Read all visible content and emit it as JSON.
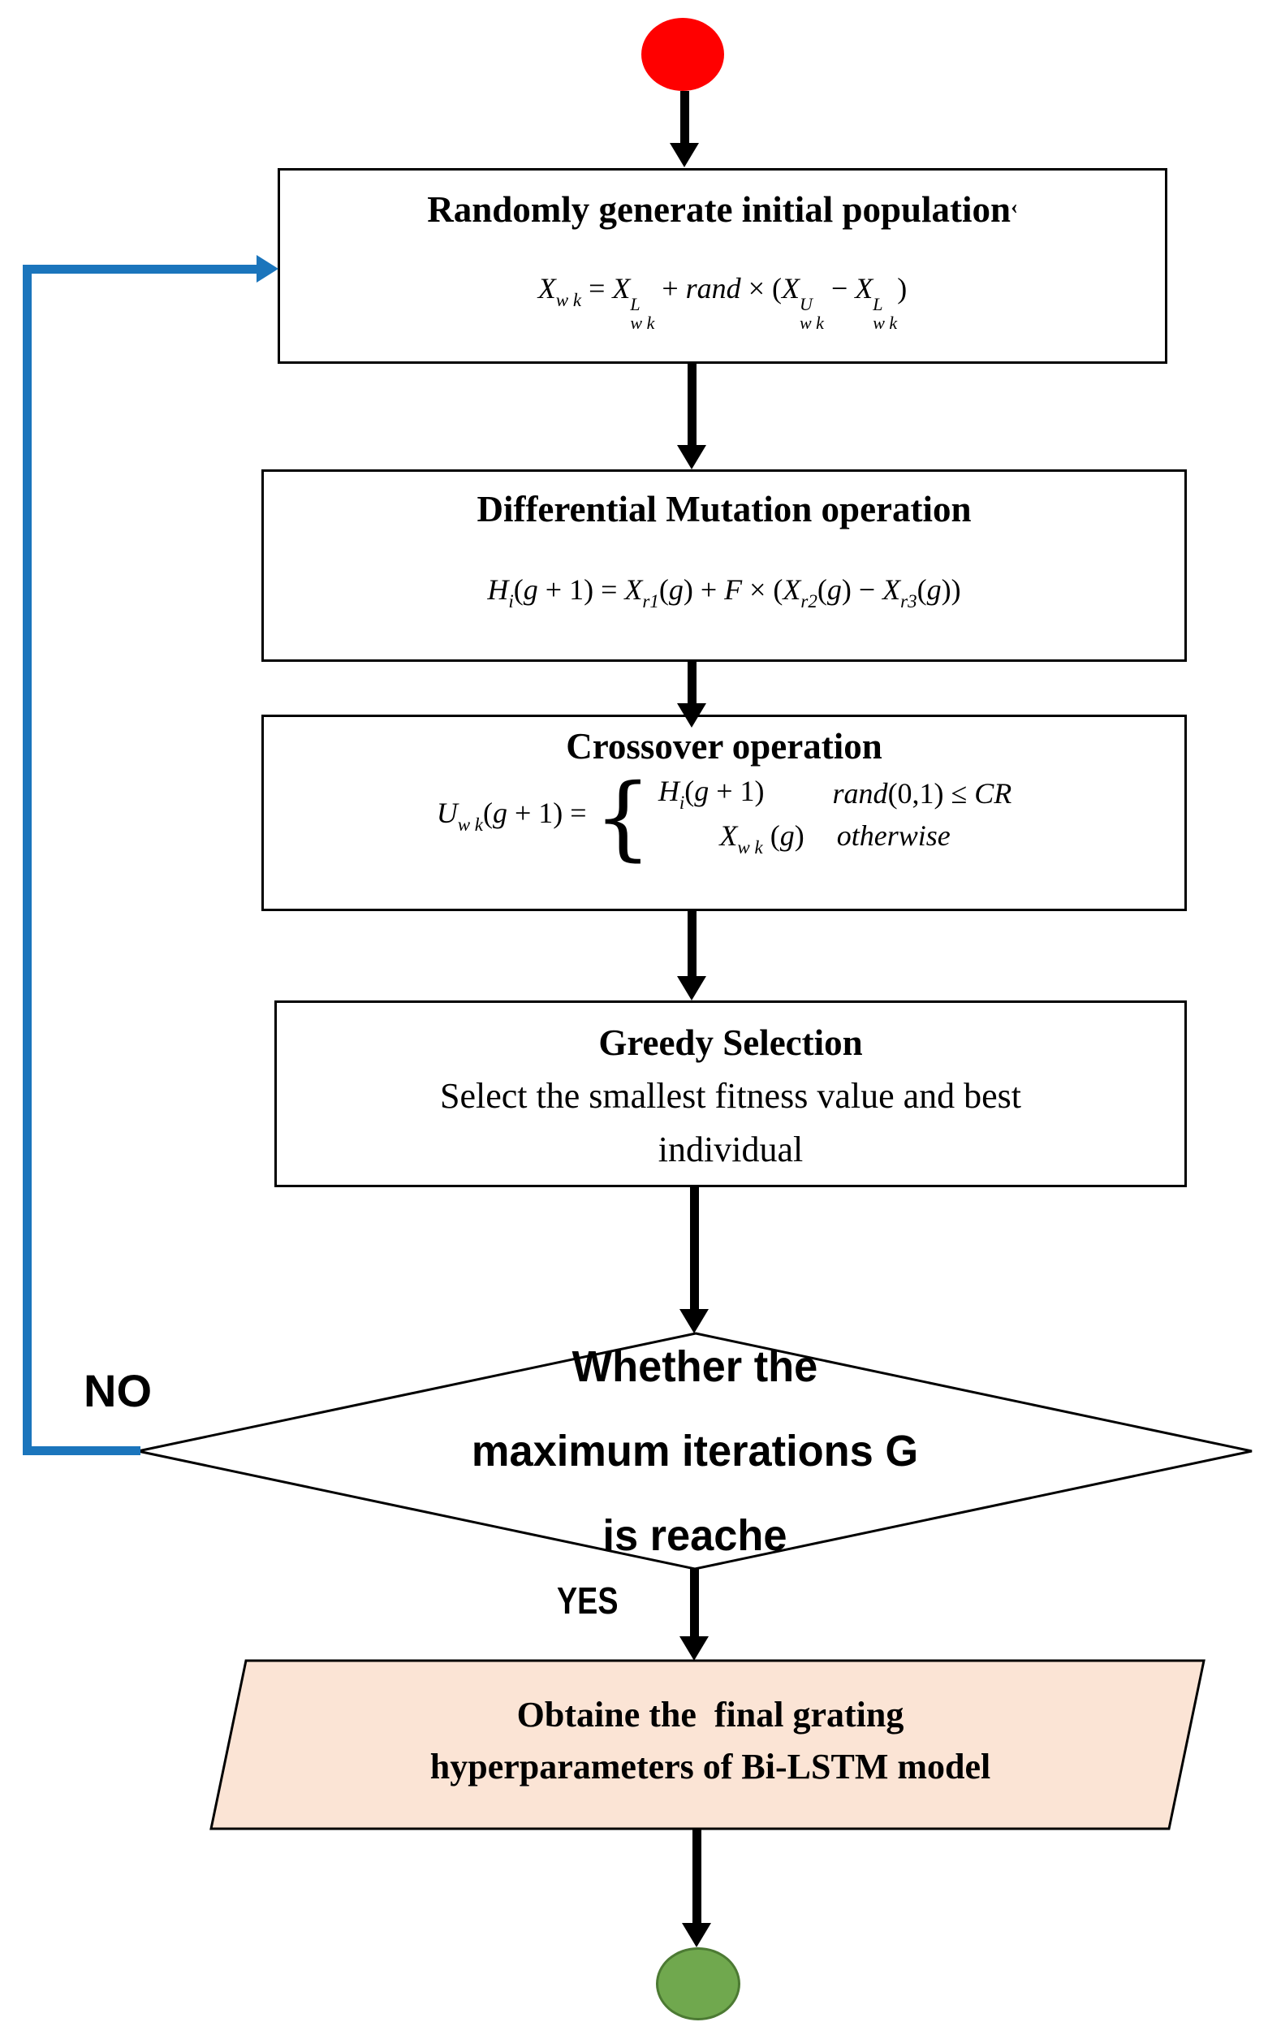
{
  "colors": {
    "start_fill": "#ff0000",
    "end_fill": "#70a84e",
    "end_border": "#4c7a33",
    "loop_blue": "#1b75bc",
    "output_fill": "#fbe4d5",
    "box_border": "#000000"
  },
  "box1": {
    "title": "Randomly generate initial population",
    "title_mark": "‹",
    "formula": [
      {
        "t": "it",
        "v": "X"
      },
      {
        "t": "sub",
        "v": "w k"
      },
      {
        "t": "rm",
        "v": " = "
      },
      {
        "t": "it",
        "v": "X"
      },
      {
        "t": "ss",
        "sup": "L",
        "sub": "w k"
      },
      {
        "t": "rm",
        "v": " + "
      },
      {
        "t": "it",
        "v": "rand"
      },
      {
        "t": "rm",
        "v": " × ("
      },
      {
        "t": "it",
        "v": "X"
      },
      {
        "t": "ss",
        "sup": "U",
        "sub": "w k"
      },
      {
        "t": "rm",
        "v": " − "
      },
      {
        "t": "it",
        "v": "X"
      },
      {
        "t": "ss",
        "sup": "L",
        "sub": "w k"
      },
      {
        "t": "rm",
        "v": ")"
      }
    ]
  },
  "box2": {
    "title": "Differential Mutation operation",
    "formula": [
      {
        "t": "it",
        "v": "H"
      },
      {
        "t": "sub",
        "v": "i"
      },
      {
        "t": "rm",
        "v": "("
      },
      {
        "t": "it",
        "v": "g"
      },
      {
        "t": "rm",
        "v": " + 1) = "
      },
      {
        "t": "it",
        "v": "X"
      },
      {
        "t": "sub",
        "v": "r1"
      },
      {
        "t": "rm",
        "v": "("
      },
      {
        "t": "it",
        "v": "g"
      },
      {
        "t": "rm",
        "v": ") + "
      },
      {
        "t": "it",
        "v": "F"
      },
      {
        "t": "rm",
        "v": " × ("
      },
      {
        "t": "it",
        "v": "X"
      },
      {
        "t": "sub",
        "v": "r2"
      },
      {
        "t": "rm",
        "v": "("
      },
      {
        "t": "it",
        "v": "g"
      },
      {
        "t": "rm",
        "v": ") − "
      },
      {
        "t": "it",
        "v": "X"
      },
      {
        "t": "sub",
        "v": "r3"
      },
      {
        "t": "rm",
        "v": "("
      },
      {
        "t": "it",
        "v": "g"
      },
      {
        "t": "rm",
        "v": "))"
      }
    ]
  },
  "box3": {
    "title": "Crossover operation",
    "brace": "{",
    "lhs": [
      {
        "t": "it",
        "v": "U"
      },
      {
        "t": "sub",
        "v": "w k"
      },
      {
        "t": "rm",
        "v": "("
      },
      {
        "t": "it",
        "v": "g"
      },
      {
        "t": "rm",
        "v": " + 1) = "
      }
    ],
    "case1_expr": [
      {
        "t": "it",
        "v": "H"
      },
      {
        "t": "sub",
        "v": "i"
      },
      {
        "t": "rm",
        "v": "("
      },
      {
        "t": "it",
        "v": "g"
      },
      {
        "t": "rm",
        "v": " + 1)"
      }
    ],
    "case1_cond": [
      {
        "t": "it",
        "v": "rand"
      },
      {
        "t": "rm",
        "v": "(0,1) ≤ "
      },
      {
        "t": "it",
        "v": "CR"
      }
    ],
    "case2_expr": [
      {
        "t": "it",
        "v": "X"
      },
      {
        "t": "sub",
        "v": "w k"
      },
      {
        "t": "rm",
        "v": " ("
      },
      {
        "t": "it",
        "v": "g"
      },
      {
        "t": "rm",
        "v": ")"
      }
    ],
    "case2_cond": [
      {
        "t": "it",
        "v": "otherwise"
      }
    ]
  },
  "box4": {
    "title": "Greedy Selection",
    "line1": "Select the smallest fitness value and best",
    "line2": "individual"
  },
  "decision": {
    "line1": "Whether the",
    "line2": "maximum iterations G",
    "line3": "is reache"
  },
  "labels": {
    "no": "NO",
    "yes": "YES"
  },
  "output": {
    "line1": "Obtaine the  final grating",
    "line2": "hyperparameters of Bi-LSTM model"
  }
}
